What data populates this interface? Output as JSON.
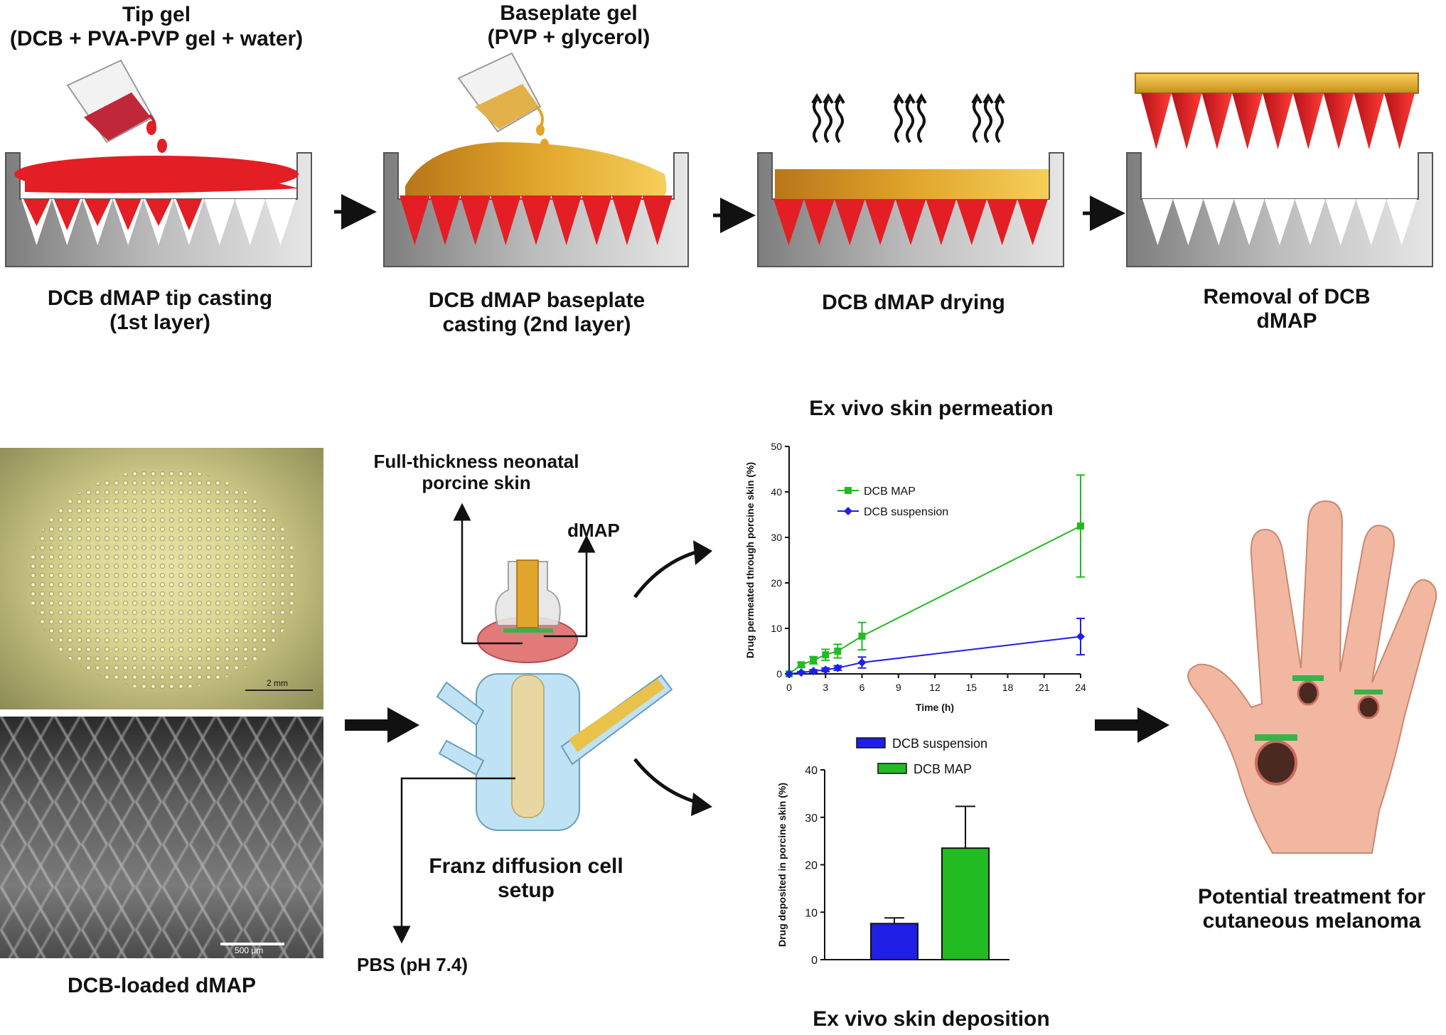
{
  "top_row": {
    "tip_gel_title": "Tip gel",
    "tip_gel_sub": "(DCB + PVA-PVP gel + water)",
    "baseplate_gel_title": "Baseplate gel",
    "baseplate_gel_sub": "(PVP + glycerol)",
    "step1_line1": "DCB dMAP tip casting",
    "step1_line2": "(1st layer)",
    "step2_line1": "DCB dMAP baseplate",
    "step2_line2": "casting (2nd layer)",
    "step3_line1": "DCB dMAP drying",
    "step4_line1": "Removal of DCB",
    "step4_line2": "dMAP"
  },
  "bottom_row": {
    "photo_label": "DCB-loaded dMAP",
    "photo1_scale": "2 mm",
    "photo2_scale": "500 μm",
    "skin_label_line1": "Full-thickness neonatal",
    "skin_label_line2": "porcine skin",
    "dmap_label": "dMAP",
    "franz_line1": "Franz diffusion cell",
    "franz_line2": "setup",
    "pbs_label": "PBS (pH 7.4)",
    "permeation_title": "Ex vivo skin permeation",
    "deposition_title": "Ex vivo skin deposition",
    "treatment_line1": "Potential treatment for",
    "treatment_line2": "cutaneous melanoma"
  },
  "colors": {
    "tip_red": "#e31e24",
    "gel_gold": "#e0a52a",
    "mould_grey": "#9a9a9a",
    "map_green": "#22bb22",
    "suspension_blue": "#1f1fe6"
  },
  "chart_data": [
    {
      "type": "line",
      "xlabel": "Time (h)",
      "ylabel": "Drug permeated through porcine skin (%)",
      "xlim": [
        0,
        24
      ],
      "ylim": [
        0,
        50
      ],
      "xticks": [
        0,
        3,
        6,
        9,
        12,
        15,
        18,
        21,
        24
      ],
      "yticks": [
        0,
        10,
        20,
        30,
        40,
        50
      ],
      "legend_position": "top-left",
      "series": [
        {
          "name": "DCB MAP",
          "color": "#22bb22",
          "marker": "square",
          "x": [
            0,
            1,
            2,
            3,
            4,
            6,
            24
          ],
          "y": [
            0,
            2,
            3,
            4.2,
            5,
            8.3,
            32.5
          ],
          "err": [
            0,
            0.5,
            0.8,
            1.2,
            1.5,
            3,
            11.2
          ]
        },
        {
          "name": "DCB suspension",
          "color": "#1f1fe6",
          "marker": "diamond",
          "x": [
            0,
            1,
            2,
            3,
            4,
            6,
            24
          ],
          "y": [
            0,
            0.3,
            0.6,
            0.9,
            1.3,
            2.5,
            8.2
          ],
          "err": [
            0,
            0.2,
            0.3,
            0.4,
            0.5,
            1.2,
            4
          ]
        }
      ]
    },
    {
      "type": "bar",
      "ylabel": "Drug deposited in porcine skin (%)",
      "ylim": [
        0,
        40
      ],
      "yticks": [
        0,
        10,
        20,
        30,
        40
      ],
      "legend_position": "top",
      "categories": [
        "DCB suspension",
        "DCB MAP"
      ],
      "series": [
        {
          "name": "DCB suspension",
          "color": "#1f1fe6",
          "value": 7.6,
          "err": 1.2
        },
        {
          "name": "DCB MAP",
          "color": "#22bb22",
          "value": 23.5,
          "err": 8.8
        }
      ]
    }
  ]
}
